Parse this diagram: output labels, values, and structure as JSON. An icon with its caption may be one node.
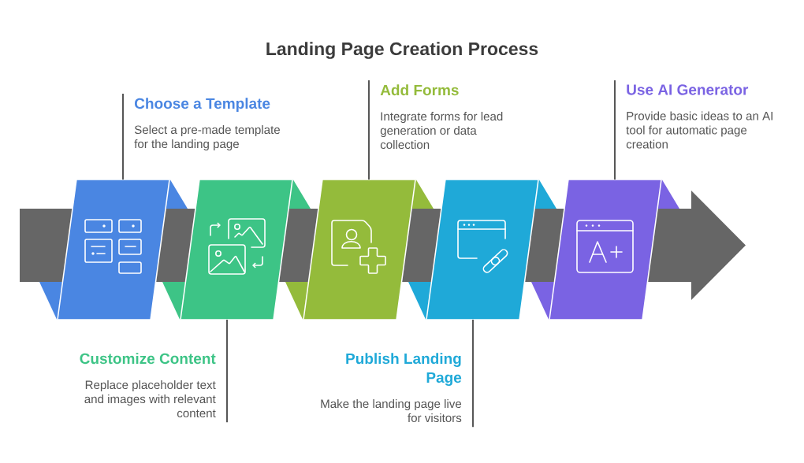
{
  "diagram": {
    "title": "Landing Page Creation Process",
    "nodes": [
      {
        "text": [
          "Choose a Template",
          "Select a pre-made template for the landing page"
        ]
      },
      {
        "text": [
          "Customize Content",
          "Replace placeholder text and images with relevant content"
        ]
      },
      {
        "text": [
          "Add Forms",
          "Integrate forms for lead generation or data collection"
        ]
      },
      {
        "text": [
          "Publish Landing Page",
          "Make the landing page live for visitors"
        ]
      },
      {
        "text": [
          "Use AI Generator",
          "Provide basic ideas to an AI tool for automatic page creation"
        ]
      },
      {
        "text": [],
        "shape": "parallelogram"
      },
      {
        "text": [],
        "shape": "parallelogram"
      },
      {
        "text": [],
        "shape": "parallelogram"
      },
      {
        "text": [],
        "shape": "parallelogram"
      },
      {
        "text": [],
        "shape": "parallelogram"
      }
    ],
    "edges": [
      {
        "from": 0,
        "to": 5,
        "arrow": "none"
      },
      {
        "from": 1,
        "to": 6,
        "arrow": "none"
      },
      {
        "from": 2,
        "to": 7,
        "arrow": "none"
      },
      {
        "from": 3,
        "to": 8,
        "arrow": "none"
      },
      {
        "from": 4,
        "to": 9,
        "arrow": "none"
      },
      {
        "from": null,
        "to": 5,
        "arrow": "none",
        "style": "thick",
        "color": "#666666"
      },
      {
        "from": 5,
        "to": 6,
        "arrow": "none",
        "style": "thick",
        "color": "#666666"
      },
      {
        "from": 6,
        "to": 7,
        "arrow": "none",
        "style": "thick",
        "color": "#666666"
      },
      {
        "from": 7,
        "to": 8,
        "arrow": "none",
        "style": "thick",
        "color": "#666666"
      },
      {
        "from": 8,
        "to": 9,
        "arrow": "none",
        "style": "thick",
        "color": "#666666"
      },
      {
        "from": 9,
        "to": null,
        "arrow": "to",
        "style": "thick",
        "color": "#666666"
      }
    ]
  }
}
